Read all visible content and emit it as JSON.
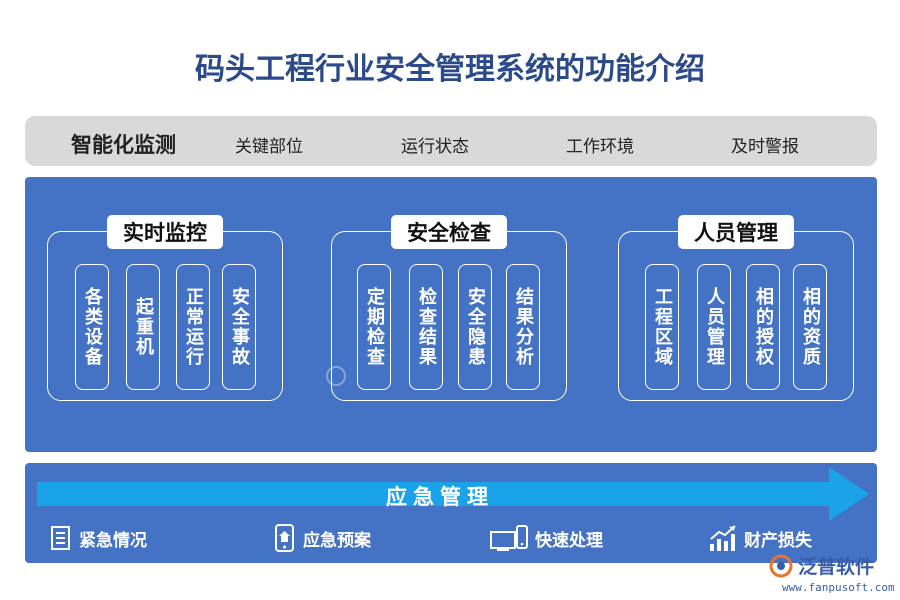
{
  "title": "码头工程行业安全管理系统的功能介绍",
  "monitor": {
    "title": "智能化监测",
    "items": [
      "关键部位",
      "运行状态",
      "工作环境",
      "及时警报"
    ]
  },
  "groups": [
    {
      "label": "实时监控",
      "cards": [
        "各类设备",
        "起重机",
        "正常运行",
        "安全事故"
      ]
    },
    {
      "label": "安全检查",
      "cards": [
        "定期检查",
        "检查结果",
        "安全隐患",
        "结果分析"
      ]
    },
    {
      "label": "人员管理",
      "cards": [
        "工程区域",
        "人员管理",
        "相的授权",
        "相的资质"
      ]
    }
  ],
  "emergency": {
    "title": "应急管理",
    "items": [
      {
        "label": "紧急情况",
        "icon": "document-icon"
      },
      {
        "label": "应急预案",
        "icon": "house-phone-icon"
      },
      {
        "label": "快速处理",
        "icon": "devices-icon"
      },
      {
        "label": "财产损失",
        "icon": "chart-up-icon"
      }
    ]
  },
  "watermark": {
    "name": "泛普软件",
    "url": "www.fanpusoft.com"
  },
  "colors": {
    "panel": "#4472c4",
    "arrow": "#1aa3e8",
    "bar": "#d9d9d9",
    "title": "#2b4a8a"
  }
}
